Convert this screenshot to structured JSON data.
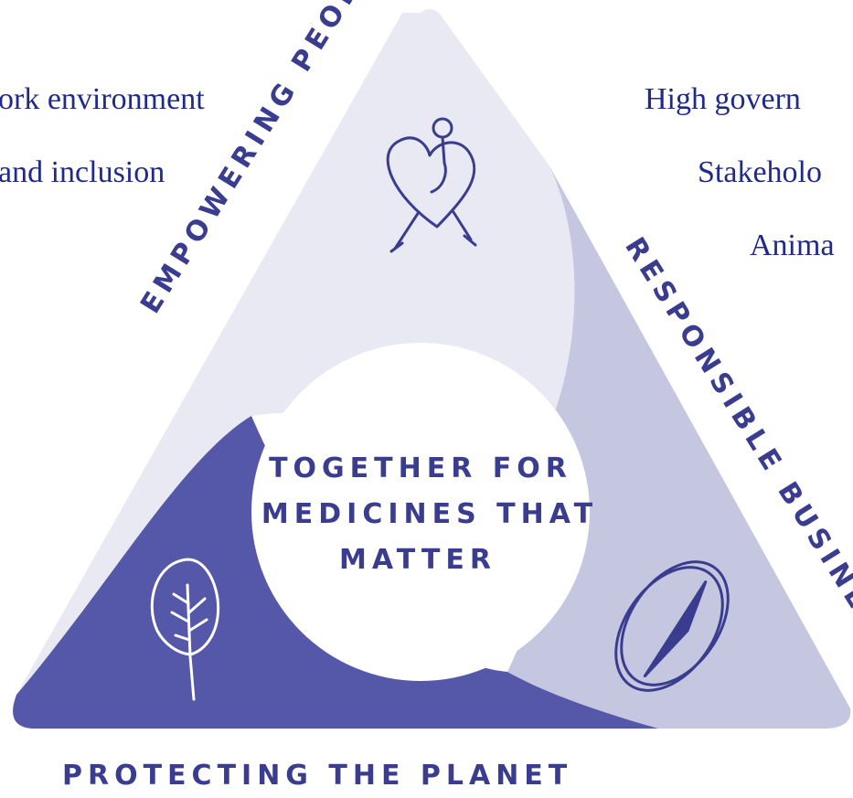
{
  "left_list": [
    "ork environment",
    "and inclusion"
  ],
  "right_list": [
    "High govern",
    "Stakeholo",
    "Anima"
  ],
  "sides": {
    "left": "EMPOWERING PEOPLE",
    "right": "RESPONSIBLE BUSINESS",
    "bottom": "PROTECTING THE PLANET"
  },
  "center_lines": [
    "TOGETHER FOR",
    "MEDICINES THAT",
    "MATTER"
  ],
  "colors": {
    "text_navy": "#1f2a8a",
    "ink": "#3a3d8f",
    "light": "#e9e9f3",
    "medium": "#c5c6e0",
    "dark": "#5557a8",
    "circle": "#ffffff"
  },
  "icons": [
    "heart-person-icon",
    "leaf-icon",
    "compass-icon"
  ]
}
